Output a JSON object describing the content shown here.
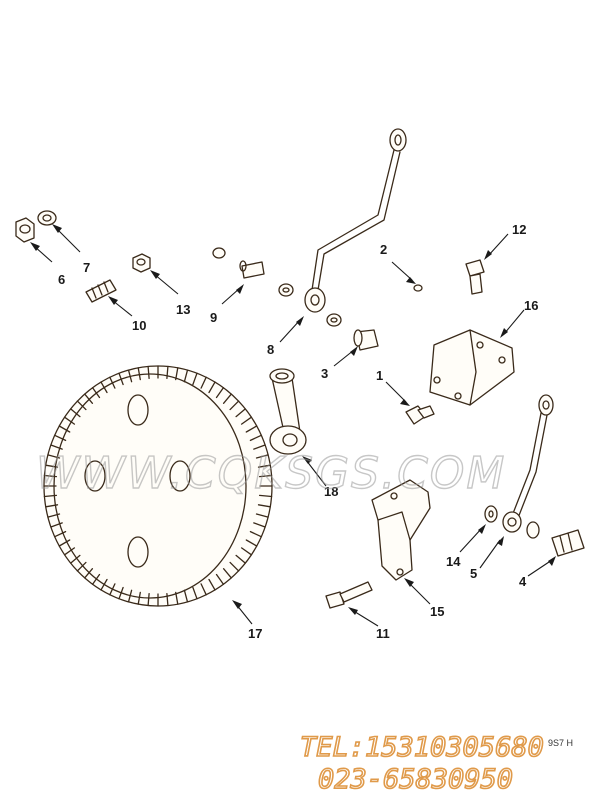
{
  "callouts": [
    "1",
    "2",
    "3",
    "4",
    "5",
    "6",
    "7",
    "8",
    "9",
    "10",
    "11",
    "12",
    "13",
    "14",
    "15",
    "16",
    "17",
    "18"
  ],
  "watermark": "WWW.CQKSGS.COM",
  "contact": {
    "tel": "TEL:15310305680",
    "phone2": "023-65830950"
  },
  "figure_code": "9S7 H",
  "colors": {
    "line": "#3a2a1a",
    "contact_stroke": "#e09a4a",
    "watermark": "#9a9a9a"
  }
}
